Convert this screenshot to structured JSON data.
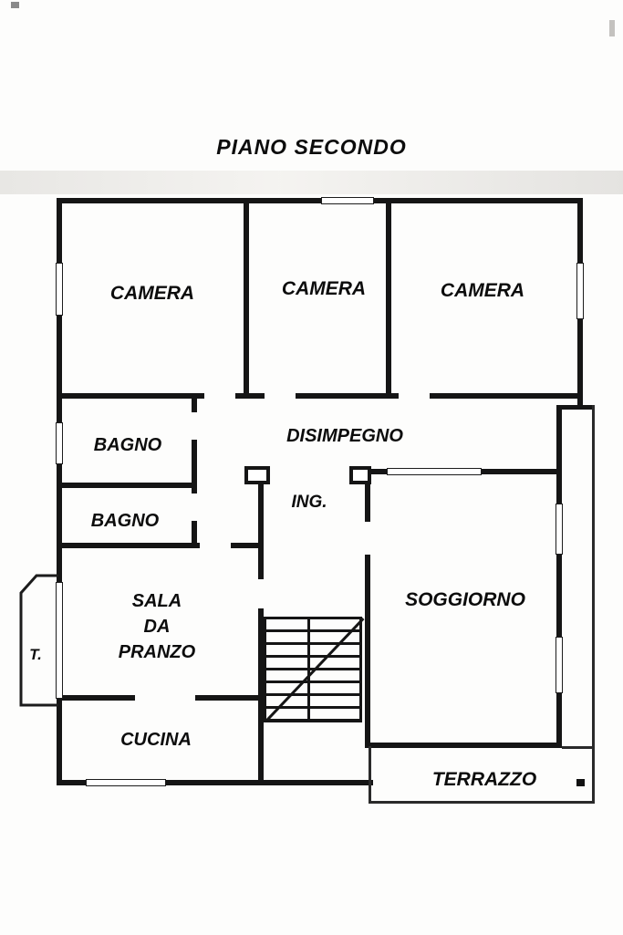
{
  "title": "PIANO SECONDO",
  "rooms": {
    "camera1": "CAMERA",
    "camera2": "CAMERA",
    "camera3": "CAMERA",
    "bagno1": "BAGNO",
    "bagno2": "BAGNO",
    "disimpegno": "DISIMPEGNO",
    "ingresso": "ING.",
    "sala_da_pranzo": {
      "line1": "SALA",
      "line2": "DA",
      "line3": "PRANZO"
    },
    "soggiorno": "SOGGIORNO",
    "cucina": "CUCINA",
    "terrazzo": "TERRAZZO",
    "terrazzino": "T."
  },
  "colors": {
    "wall": "#151515",
    "background": "#fdfdfc"
  }
}
